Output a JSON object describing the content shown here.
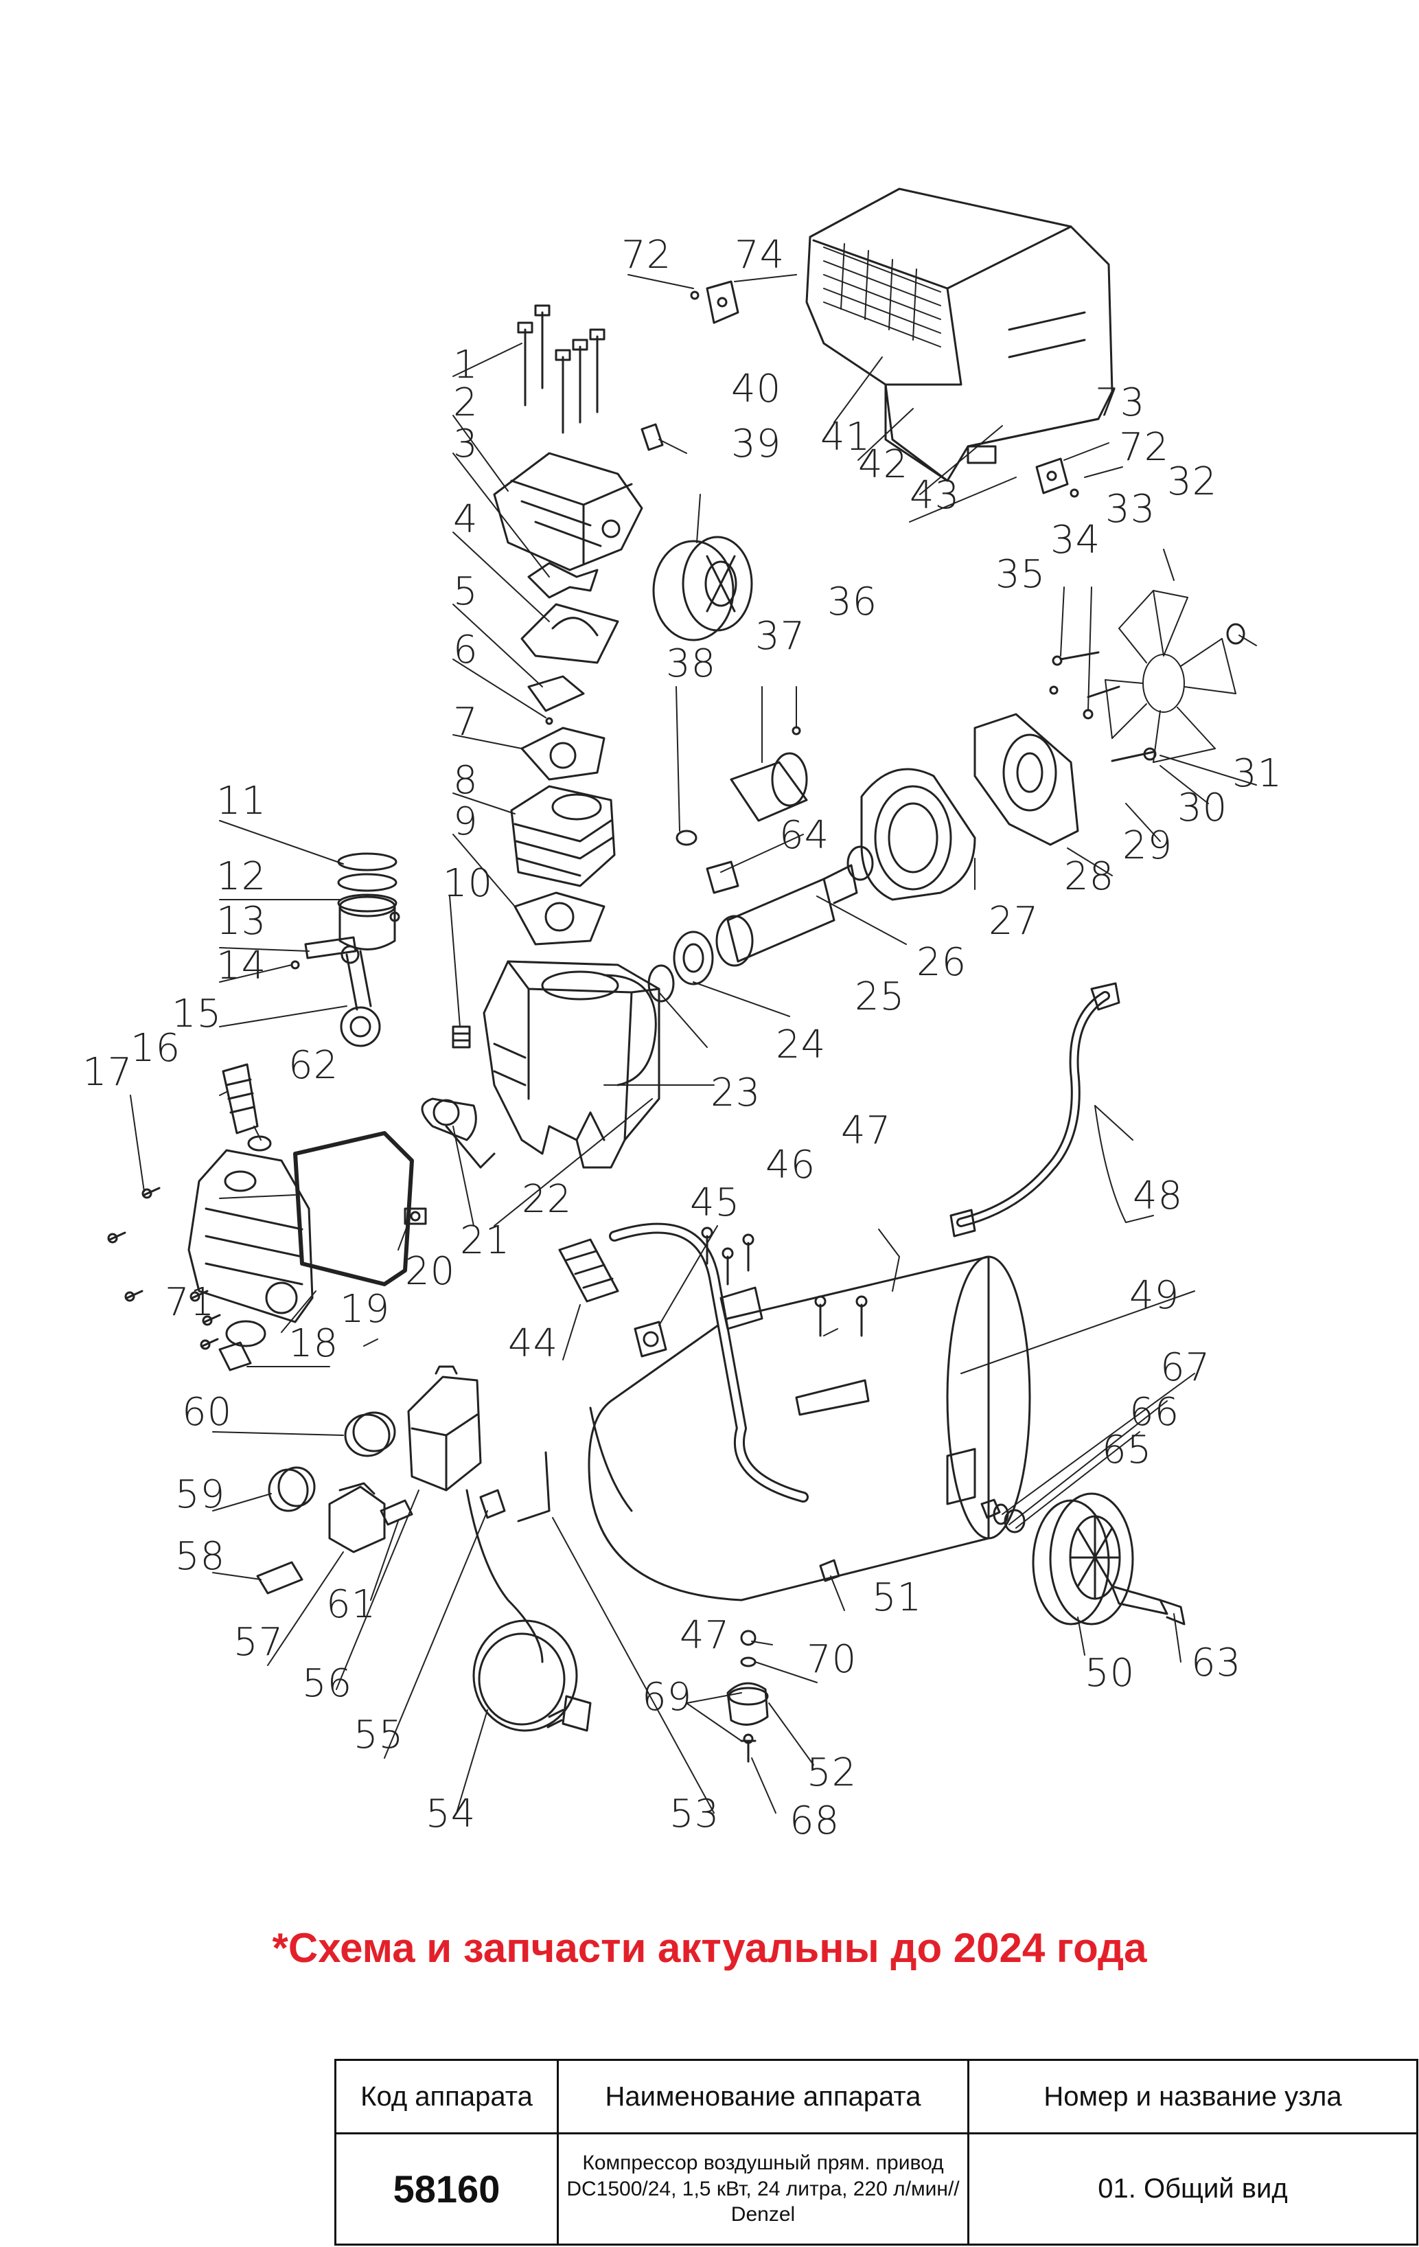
{
  "callouts": [
    "1",
    "2",
    "3",
    "4",
    "5",
    "6",
    "7",
    "8",
    "9",
    "10",
    "11",
    "12",
    "13",
    "14",
    "15",
    "16",
    "17",
    "18",
    "19",
    "20",
    "21",
    "22",
    "23",
    "24",
    "25",
    "26",
    "27",
    "28",
    "29",
    "30",
    "31",
    "32",
    "33",
    "34",
    "35",
    "36",
    "37",
    "38",
    "39",
    "40",
    "41",
    "42",
    "43",
    "44",
    "45",
    "46",
    "47",
    "47",
    "48",
    "49",
    "50",
    "51",
    "52",
    "53",
    "54",
    "55",
    "56",
    "57",
    "58",
    "59",
    "60",
    "61",
    "62",
    "63",
    "64",
    "65",
    "66",
    "67",
    "68",
    "69",
    "70",
    "71",
    "72",
    "72",
    "73",
    "74"
  ],
  "notice": "*Схема и запчасти актуальны до 2024 года",
  "title_block": {
    "headers": {
      "code": "Код аппарата",
      "name": "Наименование аппарата",
      "unit": "Номер и название узла"
    },
    "code": "58160",
    "name": "Компрессор воздушный прям. привод DC1500/24, 1,5 кВт, 24 литра, 220 л/мин// Denzel",
    "unit": "01. Общий вид"
  },
  "colors": {
    "notice": "#e3202a",
    "lines": "#222222"
  }
}
